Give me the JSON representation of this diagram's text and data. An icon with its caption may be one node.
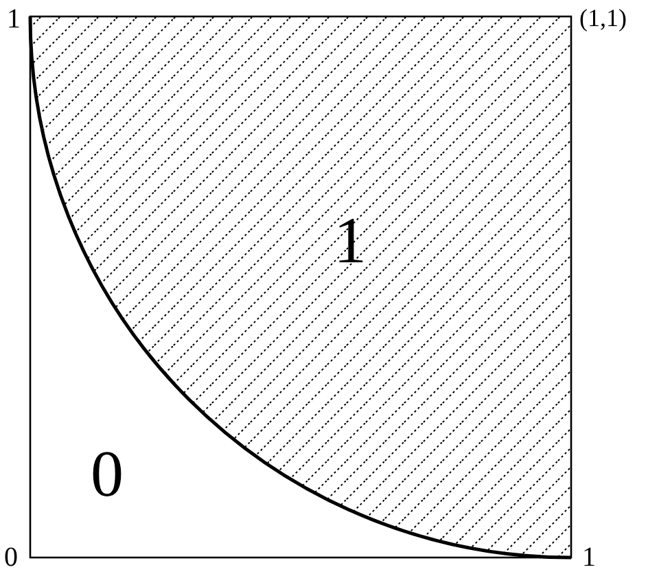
{
  "diagram": {
    "labels": [
      "1",
      "(1,1)",
      "1",
      "0",
      "0",
      "1"
    ]
  }
}
